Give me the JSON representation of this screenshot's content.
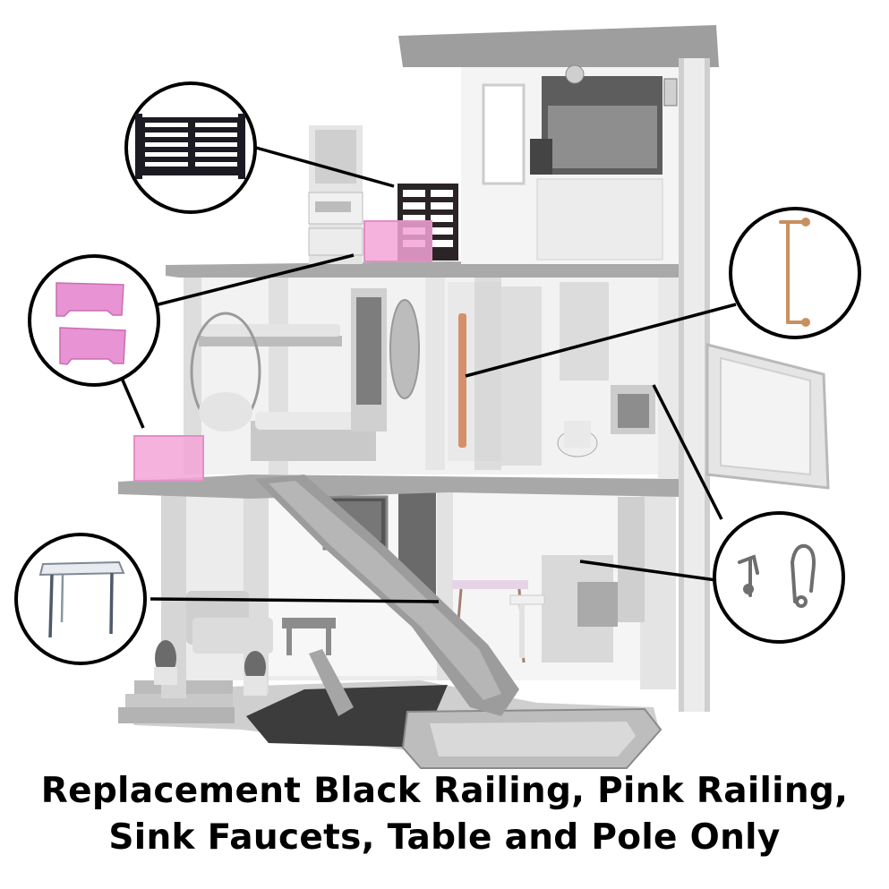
{
  "caption": {
    "line1": "Replacement Black Railing, Pink Railing,",
    "line2": "Sink Faucets, Table and Pole Only"
  },
  "colors": {
    "pink_railing": "#f3a5d6",
    "black_railing": "#1c1a22",
    "pole": "#c89060",
    "table_top": "#e8ecf1",
    "building_gray": "#9a9a9a",
    "building_white": "#f4f4f4"
  },
  "callouts": [
    {
      "id": "black-railing",
      "depicts": "black-railing-icon"
    },
    {
      "id": "pink-railing",
      "depicts": "pink-railing-icon"
    },
    {
      "id": "pole",
      "depicts": "pole-icon"
    },
    {
      "id": "table",
      "depicts": "table-icon"
    },
    {
      "id": "sink-faucets",
      "depicts": "faucet-icon"
    }
  ]
}
